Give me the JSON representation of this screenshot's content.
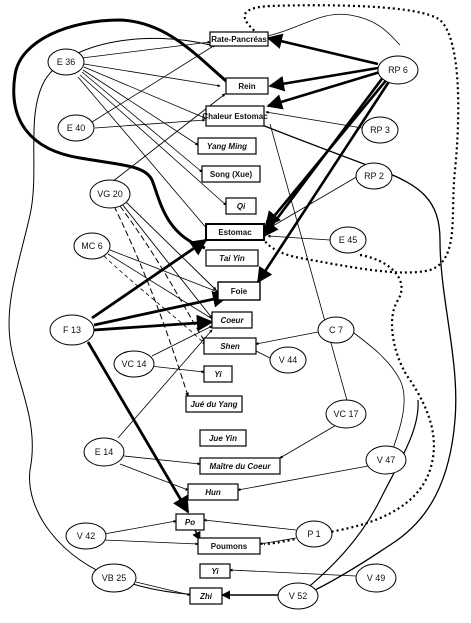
{
  "boxes": {
    "rate_pancreas": "Rate-Pancréas",
    "rein": "Rein",
    "chaleur_estomac": "Chaleur Estomac",
    "yang_ming": "Yang Ming",
    "song_xue": "Song (Xue)",
    "qi": "Qi",
    "estomac": "Estomac",
    "tai_yin": "Tai Yin",
    "foie": "Foie",
    "coeur": "Coeur",
    "shen": "Shen",
    "yi_top": "Yi",
    "jue_du_yang": "Jué du Yang",
    "jue_yin": "Jue Yin",
    "maitre_du_coeur": "Maître du Coeur",
    "hun": "Hun",
    "po": "Po",
    "poumons": "Poumons",
    "yi_bottom": "Yi",
    "zhi": "Zhi"
  },
  "points": {
    "e36": "E 36",
    "e40": "E 40",
    "rp6": "RP 6",
    "rp3": "RP 3",
    "rp2": "RP 2",
    "vg20": "VG 20",
    "mc6": "MC 6",
    "e45": "E 45",
    "f13": "F 13",
    "c7": "C 7",
    "vc14": "VC 14",
    "v44": "V 44",
    "vc17": "VC 17",
    "e14": "E 14",
    "v47": "V 47",
    "v42": "V 42",
    "p1": "P 1",
    "vb25": "VB 25",
    "v52": "V 52",
    "v49": "V 49"
  }
}
